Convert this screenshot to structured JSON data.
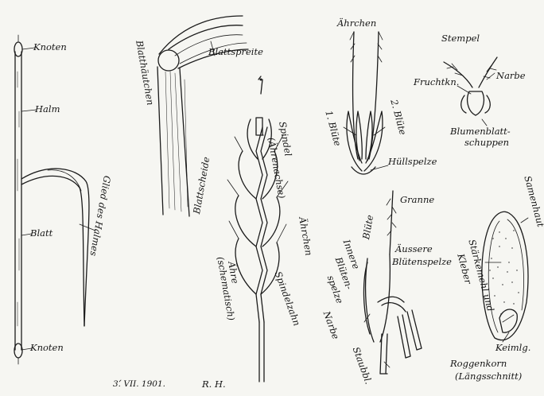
{
  "labels": {
    "knoten_top": "Knoten",
    "halm": "Halm",
    "blatt": "Blatt",
    "knoten_bottom": "Knoten",
    "glied": "Glied des Halmes",
    "blatthaeutchen": "Blatthäutchen",
    "blattspreite": "Blattspreite",
    "blattscheide": "Blattscheide",
    "spindel": "Spindel",
    "aehrenachse": "(Ährenachse)",
    "aehrchen_side": "Ährchen",
    "aehre": "Ähre",
    "schematisch": "(schematisch)",
    "spindelzahn": "Spindelzahn",
    "aehrchen_top": "Ährchen",
    "bluete1": "1. Blüte",
    "bluete2": "2. Blüte",
    "huellspelze": "Hüllspelze",
    "stempel": "Stempel",
    "fruchtkn": "Fruchtkn.",
    "narbe_top": "Narbe",
    "blumenblatt": "Blumenblatt-",
    "schuppen": "schuppen",
    "bluete": "Blüte",
    "granne": "Granne",
    "innere": "Innere",
    "bluten": "Blüten-",
    "spelze": "spelze",
    "aeussere": "Äussere",
    "bluetenspelze": "Blütenspelze",
    "narbe_bottom": "Narbe",
    "staubbl": "Staubbl.",
    "samenhaut": "Samenhaut",
    "staerkemehl": "Stärkemehl und",
    "kleber": "Kleber",
    "keimlg": "Keimlg.",
    "roggenkorn": "Roggenkorn",
    "laengsschnitt": "(Längsschnitt)",
    "date": "3. VII. 1901.",
    "initials": "R. H."
  },
  "colors": {
    "ink": "#1b1b1b",
    "paper": "#f6f6f2"
  }
}
